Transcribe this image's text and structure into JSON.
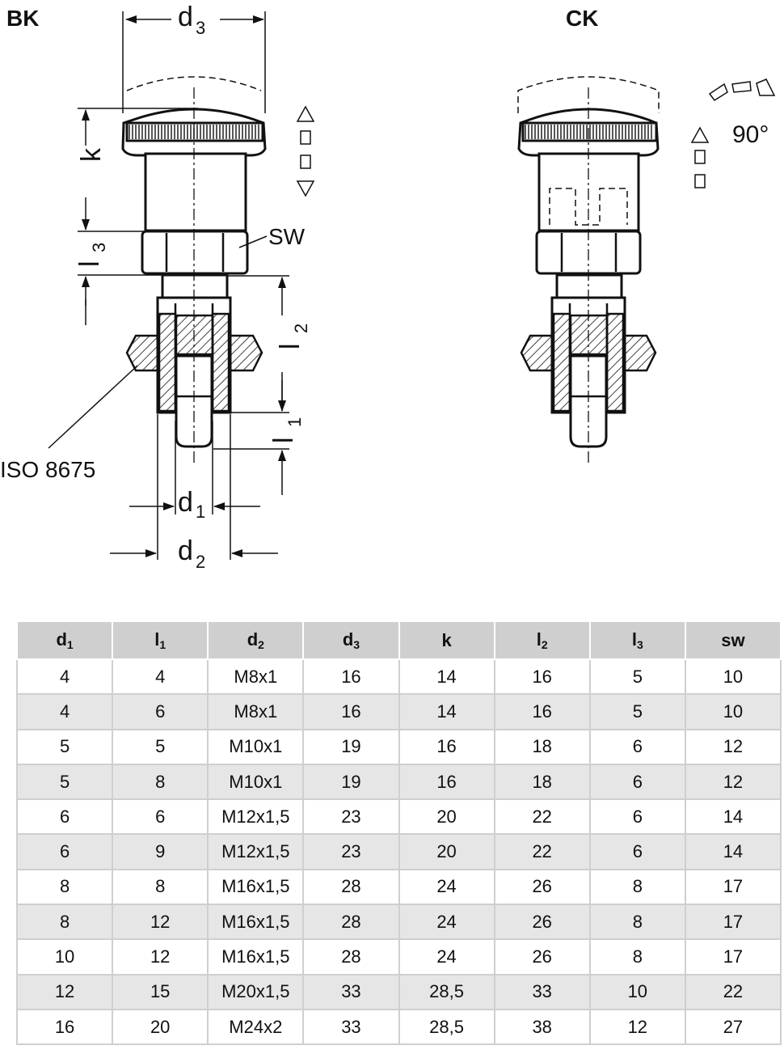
{
  "variants": {
    "left": "BK",
    "right": "CK"
  },
  "labels": {
    "k": "k",
    "l3": "l",
    "l3_sub": "3",
    "l2": "l",
    "l2_sub": "2",
    "l1": "l",
    "l1_sub": "1",
    "d3": "d",
    "d3_sub": "3",
    "d1": "d",
    "d1_sub": "1",
    "d2": "d",
    "d2_sub": "2",
    "sw": "SW",
    "iso": "ISO 8675",
    "rotation": "90°"
  },
  "table": {
    "headers": [
      {
        "base": "d",
        "sub": "1"
      },
      {
        "base": "l",
        "sub": "1"
      },
      {
        "base": "d",
        "sub": "2"
      },
      {
        "base": "d",
        "sub": "3"
      },
      {
        "base": "k",
        "sub": ""
      },
      {
        "base": "l",
        "sub": "2"
      },
      {
        "base": "l",
        "sub": "3"
      },
      {
        "base": "sw",
        "sub": ""
      }
    ],
    "rows": [
      [
        "4",
        "4",
        "M8x1",
        "16",
        "14",
        "16",
        "5",
        "10"
      ],
      [
        "4",
        "6",
        "M8x1",
        "16",
        "14",
        "16",
        "5",
        "10"
      ],
      [
        "5",
        "5",
        "M10x1",
        "19",
        "16",
        "18",
        "6",
        "12"
      ],
      [
        "5",
        "8",
        "M10x1",
        "19",
        "16",
        "18",
        "6",
        "12"
      ],
      [
        "6",
        "6",
        "M12x1,5",
        "23",
        "20",
        "22",
        "6",
        "14"
      ],
      [
        "6",
        "9",
        "M12x1,5",
        "23",
        "20",
        "22",
        "6",
        "14"
      ],
      [
        "8",
        "8",
        "M16x1,5",
        "28",
        "24",
        "26",
        "8",
        "17"
      ],
      [
        "8",
        "12",
        "M16x1,5",
        "28",
        "24",
        "26",
        "8",
        "17"
      ],
      [
        "10",
        "12",
        "M16x1,5",
        "28",
        "24",
        "26",
        "8",
        "17"
      ],
      [
        "12",
        "15",
        "M20x1,5",
        "33",
        "28,5",
        "33",
        "10",
        "22"
      ],
      [
        "16",
        "20",
        "M24x2",
        "33",
        "28,5",
        "38",
        "12",
        "27"
      ]
    ]
  }
}
